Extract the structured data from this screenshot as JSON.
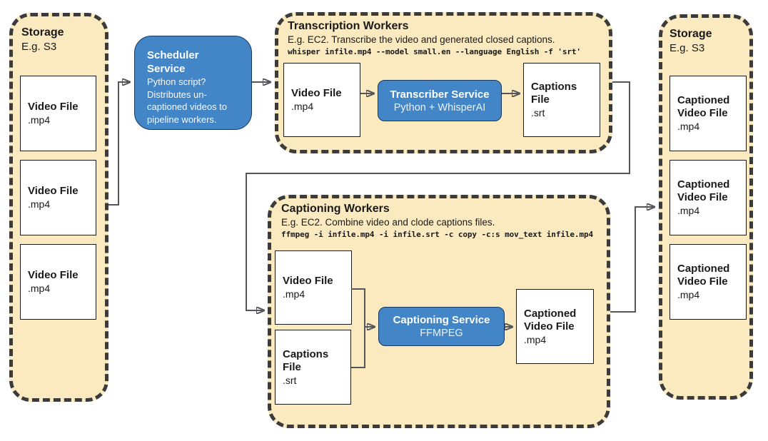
{
  "colors": {
    "zone_background": "#FBEAC0",
    "zone_border": "#3B3B3B",
    "service_fill": "#4286C7",
    "service_border": "#17375E",
    "file_box_border": "#1A1A1A",
    "connector": "#54565A",
    "text": "#1A1A1A",
    "service_text": "#FFFFFF"
  },
  "storage_left": {
    "title": "Storage",
    "subtitle": "E.g. S3",
    "items": [
      {
        "name": "Video File",
        "ext": ".mp4"
      },
      {
        "name": "Video File",
        "ext": ".mp4"
      },
      {
        "name": "Video File",
        "ext": ".mp4"
      }
    ]
  },
  "scheduler": {
    "title": "Scheduler\nService",
    "description": "Python script?\nDistributes un-\ncaptioned videos to\npipeline workers."
  },
  "transcription": {
    "title": "Transcription Workers",
    "subtitle": "E.g. EC2. Transcribe the video and generated closed captions.",
    "command": "whisper infile.mp4 --model small.en --language English -f 'srt'",
    "input_file": {
      "name": "Video File",
      "ext": ".mp4"
    },
    "service": {
      "name": "Transcriber Service",
      "tech": "Python + WhisperAI"
    },
    "output_file": {
      "name": "Captions\nFile",
      "ext": ".srt"
    }
  },
  "captioning": {
    "title": "Captioning Workers",
    "subtitle": "E.g. EC2. Combine video and clode captions files.",
    "command": "ffmpeg -i infile.mp4 -i infile.srt -c copy -c:s mov_text infile.mp4",
    "video_file": {
      "name": "Video File",
      "ext": ".mp4"
    },
    "captions_file": {
      "name": "Captions\nFile",
      "ext": ".srt"
    },
    "service": {
      "name": "Captioning Service",
      "tech": "FFMPEG"
    },
    "output_file": {
      "name": "Captioned\nVideo File",
      "ext": ".mp4"
    }
  },
  "storage_right": {
    "title": "Storage",
    "subtitle": "E.g. S3",
    "items": [
      {
        "name": "Captioned\nVideo File",
        "ext": ".mp4"
      },
      {
        "name": "Captioned\nVideo File",
        "ext": ".mp4"
      },
      {
        "name": "Captioned\nVideo File",
        "ext": ".mp4"
      }
    ]
  }
}
